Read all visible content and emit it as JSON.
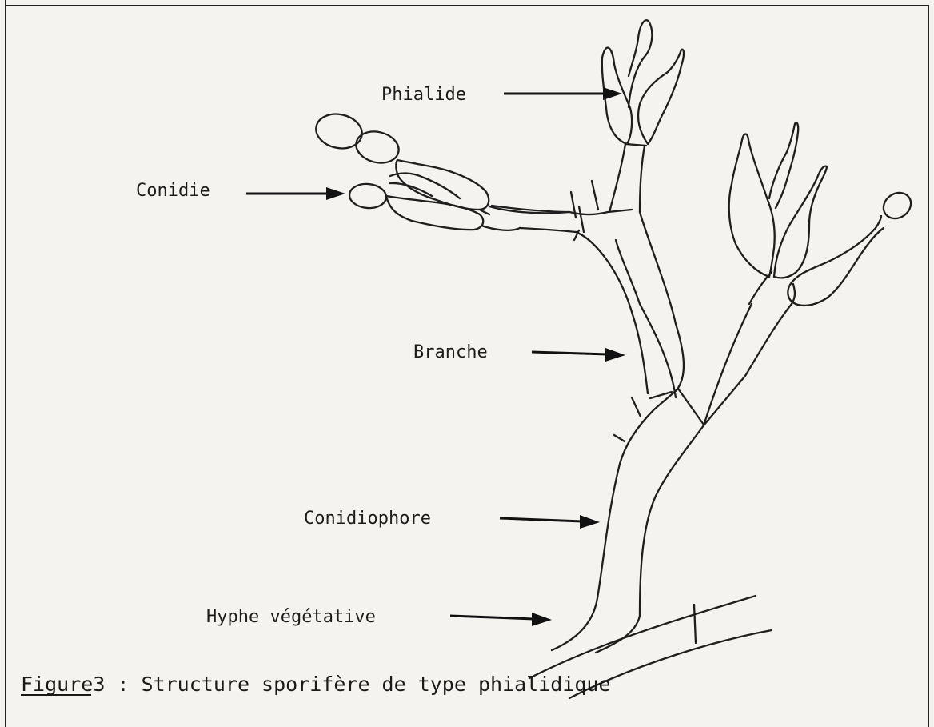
{
  "labels": {
    "phialide": "Phialide",
    "conidie": "Conidie",
    "branche": "Branche",
    "conidiophore": "Conidiophore",
    "hyphe": "Hyphe végétative"
  },
  "caption": {
    "figure_word": "Figure",
    "figure_number": "3",
    "text": " : Structure sporifère de type phialidique"
  }
}
